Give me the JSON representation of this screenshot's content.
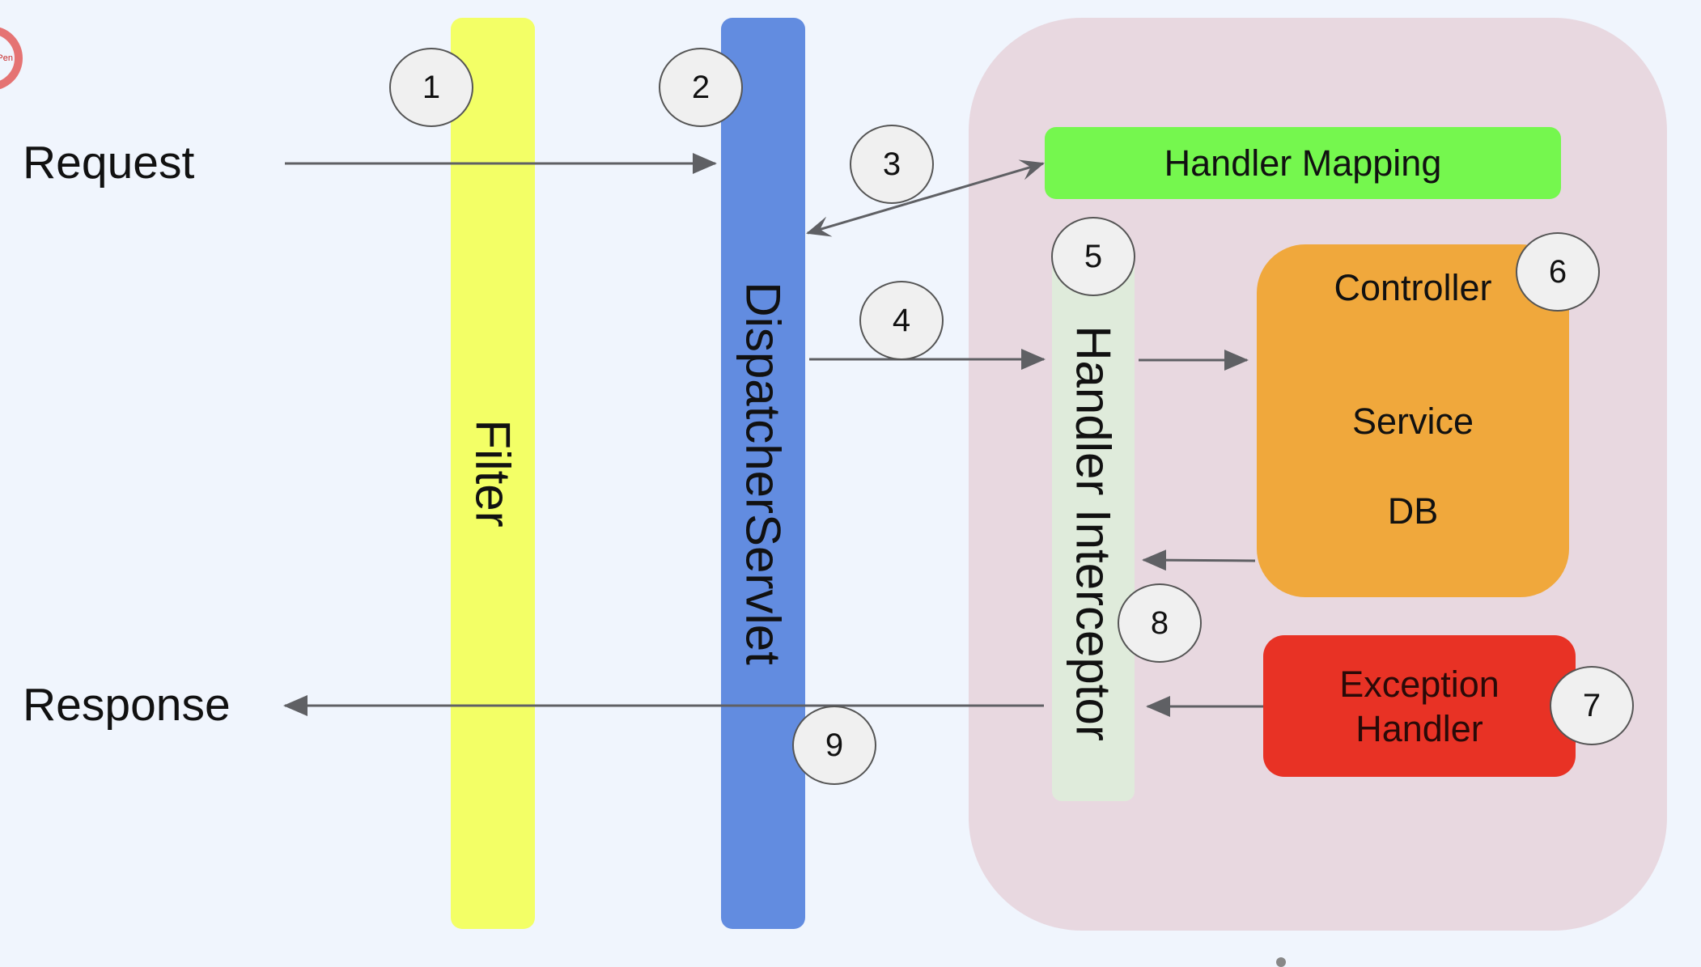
{
  "title": "Spring MVC request flow: Filter, DispatcherServlet, Handler Mapping, Handler Interceptor, Controller, Exception Handler",
  "logo": {
    "text": "Pen"
  },
  "labels": {
    "request": "Request",
    "response": "Response"
  },
  "components": {
    "filter": "Filter",
    "dispatcher": "DispatcherServlet",
    "handler_mapping": "Handler Mapping",
    "handler_interceptor": "Handler Interceptor",
    "controller": {
      "line1": "Controller",
      "line2": "Service",
      "line3": "DB"
    },
    "exception_handler": {
      "line1": "Exception",
      "line2": "Handler"
    }
  },
  "steps": [
    "1",
    "2",
    "3",
    "4",
    "5",
    "6",
    "7",
    "8",
    "9"
  ],
  "colors": {
    "background": "#f0f5fd",
    "filter": "#f3ff66",
    "dispatcher": "#628ce0",
    "container": "#e8d8e0",
    "handler_mapping": "#75f74e",
    "handler_interceptor": "#dfebdb",
    "controller": "#f0a83c",
    "exception_handler": "#e83225",
    "arrow": "#5f6064"
  },
  "flows": [
    {
      "from": "request",
      "to": "dispatcher",
      "step": "1-2"
    },
    {
      "from": "dispatcher",
      "to": "handler_mapping",
      "step": "3",
      "bidirectional": true
    },
    {
      "from": "dispatcher",
      "to": "handler_interceptor",
      "step": "4"
    },
    {
      "from": "handler_interceptor",
      "to": "controller",
      "step": "5"
    },
    {
      "from": "controller",
      "to": "handler_interceptor",
      "step": "6"
    },
    {
      "from": "exception_handler",
      "to": "handler_interceptor",
      "step": "7"
    },
    {
      "from": "handler_interceptor",
      "to": "response",
      "step": "9"
    }
  ]
}
